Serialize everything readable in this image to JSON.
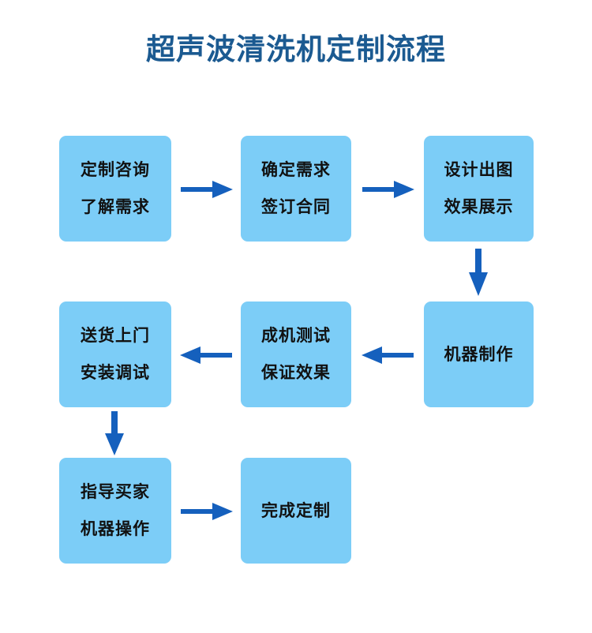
{
  "title": "超声波清洗机定制流程",
  "colors": {
    "title": "#1b5a91",
    "node_fill": "#7ccdf7",
    "node_text": "#111111",
    "arrow": "#1560bd",
    "background": "#ffffff"
  },
  "nodes": [
    {
      "id": "n1",
      "lines": [
        "定制咨询",
        "了解需求"
      ]
    },
    {
      "id": "n2",
      "lines": [
        "确定需求",
        "签订合同"
      ]
    },
    {
      "id": "n3",
      "lines": [
        "设计出图",
        "效果展示"
      ]
    },
    {
      "id": "n4",
      "lines": [
        "机器制作"
      ]
    },
    {
      "id": "n5",
      "lines": [
        "成机测试",
        "保证效果"
      ]
    },
    {
      "id": "n6",
      "lines": [
        "送货上门",
        "安装调试"
      ]
    },
    {
      "id": "n7",
      "lines": [
        "指导买家",
        "机器操作"
      ]
    },
    {
      "id": "n8",
      "lines": [
        "完成定制"
      ]
    }
  ],
  "arrows": [
    {
      "id": "a1",
      "from": "n1",
      "to": "n2",
      "direction": "right"
    },
    {
      "id": "a2",
      "from": "n2",
      "to": "n3",
      "direction": "right"
    },
    {
      "id": "a3",
      "from": "n3",
      "to": "n4",
      "direction": "down"
    },
    {
      "id": "a4",
      "from": "n4",
      "to": "n5",
      "direction": "left"
    },
    {
      "id": "a5",
      "from": "n5",
      "to": "n6",
      "direction": "left"
    },
    {
      "id": "a6",
      "from": "n6",
      "to": "n7",
      "direction": "down"
    },
    {
      "id": "a7",
      "from": "n7",
      "to": "n8",
      "direction": "right"
    }
  ]
}
